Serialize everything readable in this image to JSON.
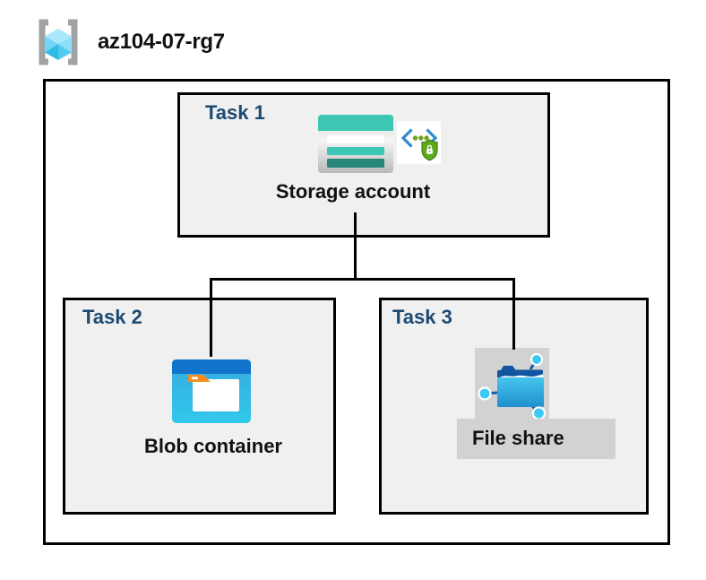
{
  "header": {
    "resource_group_name": "az104-07-rg7",
    "icon": "resource-group-icon"
  },
  "tasks": [
    {
      "label": "Task 1",
      "item": "Storage account",
      "icons": [
        "storage-account-icon",
        "code-shield-lock-icon"
      ]
    },
    {
      "label": "Task 2",
      "item": "Blob container",
      "icons": [
        "blob-container-icon"
      ]
    },
    {
      "label": "Task 3",
      "item": "File share",
      "icons": [
        "file-share-icon"
      ]
    }
  ],
  "connectors": [
    {
      "from": "storage-account",
      "to": "blob-container"
    },
    {
      "from": "storage-account",
      "to": "file-share"
    }
  ],
  "colors": {
    "task_label": "#1b4a73",
    "box_background": "#f0f0f0",
    "border": "#000000",
    "storage_teal": "#3ec6b4",
    "storage_teal_dark": "#28857a",
    "blob_top_bar": "#1173cb",
    "blob_body_top": "#36a9e1",
    "blob_body_bottom": "#31c8ea",
    "folder_tab_orange": "#f68c1e",
    "file_share_flap": "#1254a0",
    "file_share_folder_top": "#47c5ee",
    "file_share_folder_bottom": "#1d90cd",
    "node_cyan": "#3cc9f5",
    "shield_green": "#5caa1e",
    "bracket_gray": "#a2a2a2",
    "cube_cyan": "#5bcff2",
    "highlight_gray": "#d2d2d2"
  }
}
